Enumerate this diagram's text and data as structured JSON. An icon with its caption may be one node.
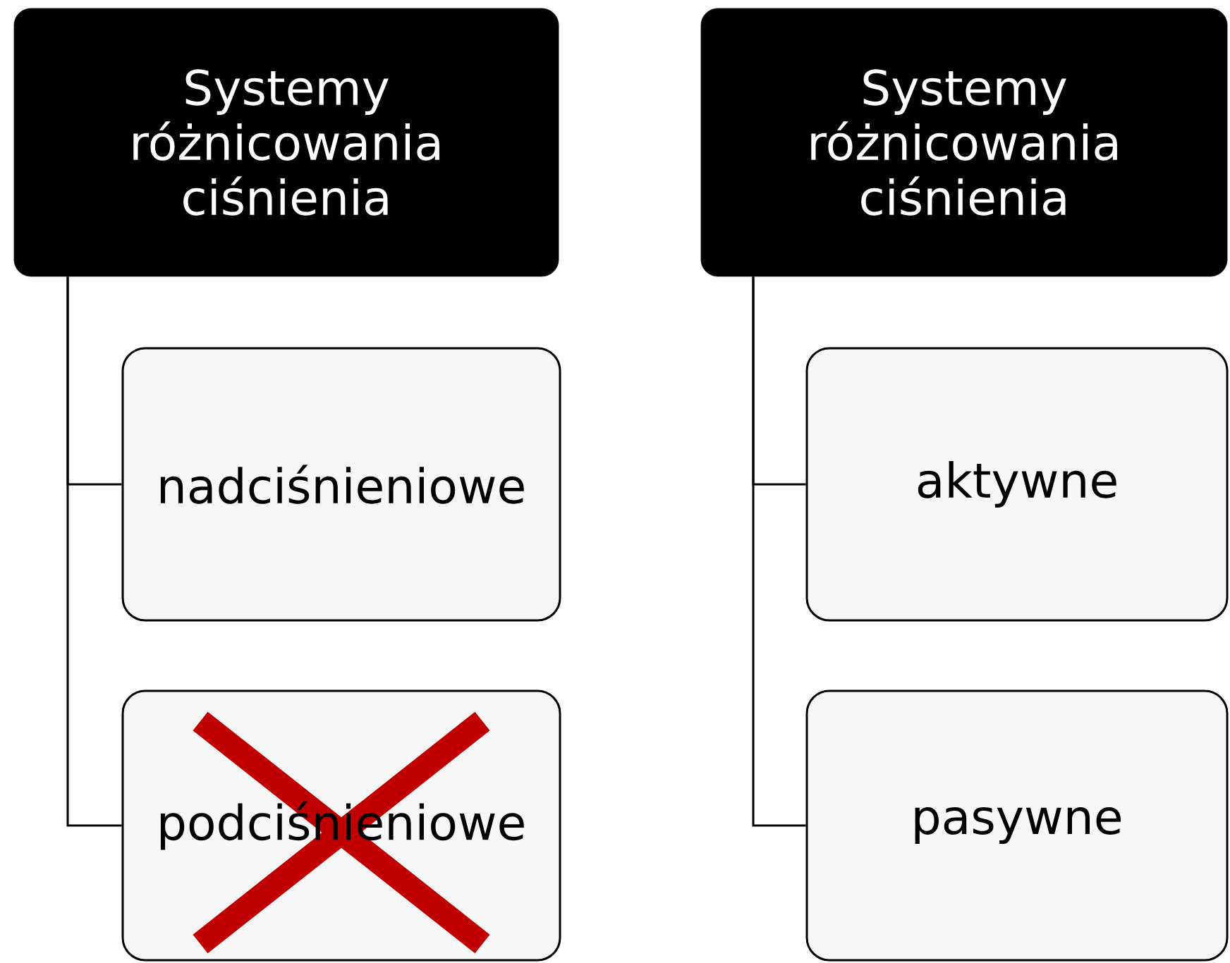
{
  "diagram": {
    "nodes": [
      {
        "text": [
          "Systemy różnicowania ciśnienia"
        ]
      },
      {
        "text": [
          "nadciśnieniowe"
        ]
      },
      {
        "text": [
          "podciśnieniowe"
        ]
      },
      {
        "text": [
          "Systemy różnicowania ciśnienia"
        ]
      },
      {
        "text": [
          "aktywne"
        ]
      },
      {
        "text": [
          "pasywne"
        ]
      }
    ],
    "edges": [
      {
        "from": 0,
        "to": 1,
        "arrow": "none"
      },
      {
        "from": 0,
        "to": 2,
        "arrow": "none"
      },
      {
        "from": 3,
        "to": 4,
        "arrow": "none"
      },
      {
        "from": 3,
        "to": 5,
        "arrow": "none"
      }
    ]
  }
}
